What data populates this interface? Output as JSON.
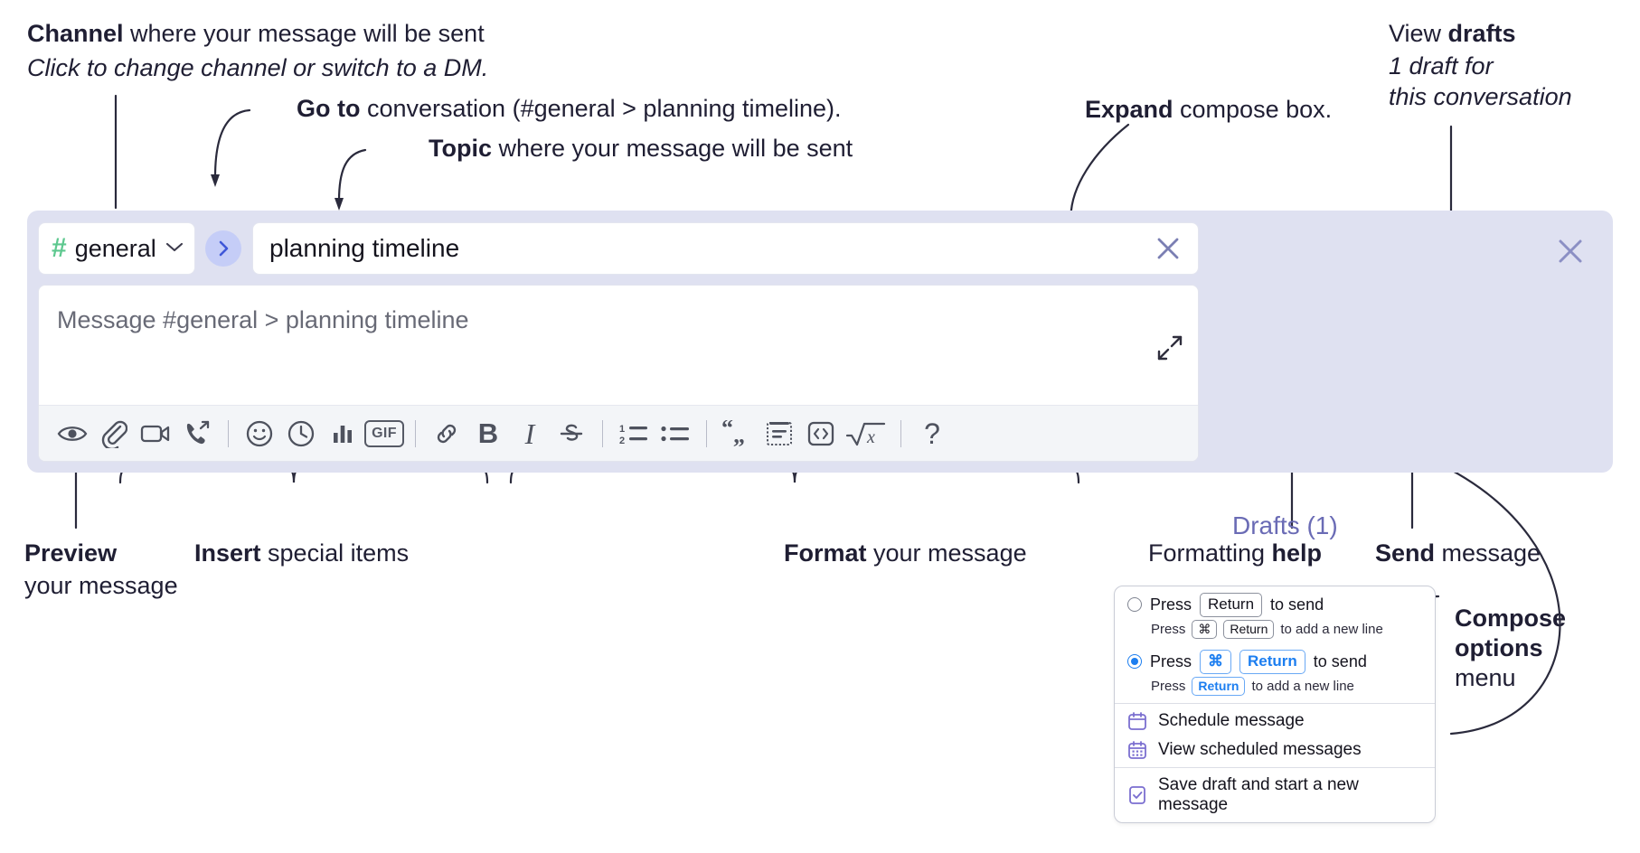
{
  "annotations": {
    "channel": {
      "bold": "Channel",
      "rest": " where your message will be sent",
      "sub": "Click to change channel or switch to a DM."
    },
    "goto": {
      "bold": "Go to",
      "rest": " conversation (#general > planning timeline)."
    },
    "topic": {
      "bold": "Topic",
      "rest": " where your message will be sent"
    },
    "expand": {
      "pre": "Expand",
      "rest": " compose box."
    },
    "drafts": {
      "pre": "View ",
      "bold": "drafts",
      "line2": "1 draft for",
      "line3": "this conversation"
    },
    "preview": {
      "bold": "Preview",
      "line2": "your message"
    },
    "insert": {
      "bold": "Insert",
      "rest": " special items"
    },
    "format": {
      "bold": "Format",
      "rest": " your message"
    },
    "help": {
      "pre": "Formatting ",
      "bold": "help"
    },
    "send": {
      "bold": "Send",
      "rest": " message"
    },
    "compose_options": {
      "line1": "Compose",
      "line2": "options",
      "line3": "menu"
    }
  },
  "compose": {
    "channel_name": "general",
    "hash_symbol": "#",
    "topic_value": "planning timeline",
    "message_placeholder": "Message #general > planning timeline",
    "drafts_label": "Drafts (1)",
    "send_icon": "send-paper-plane-icon",
    "toolbar": [
      {
        "name": "preview-button",
        "icon": "eye-icon",
        "kind": "icon"
      },
      {
        "name": "attach-file-button",
        "icon": "paperclip-icon",
        "kind": "icon"
      },
      {
        "name": "video-clip-button",
        "icon": "video-camera-icon",
        "kind": "icon"
      },
      {
        "name": "audio-clip-button",
        "icon": "phone-forward-icon",
        "kind": "icon"
      },
      {
        "name": "divider-1",
        "icon": "divider",
        "kind": "sep"
      },
      {
        "name": "emoji-button",
        "icon": "smiley-face-icon",
        "kind": "icon"
      },
      {
        "name": "reminder-button",
        "icon": "clock-icon",
        "kind": "icon"
      },
      {
        "name": "poll-button",
        "icon": "bar-chart-icon",
        "kind": "icon"
      },
      {
        "name": "gif-button",
        "icon": "gif-icon",
        "kind": "gif",
        "label": "GIF"
      },
      {
        "name": "divider-2",
        "icon": "divider",
        "kind": "sep"
      },
      {
        "name": "link-button",
        "icon": "link-chain-icon",
        "kind": "icon"
      },
      {
        "name": "bold-button",
        "icon": "bold-icon",
        "kind": "text",
        "label": "B"
      },
      {
        "name": "italic-button",
        "icon": "italic-icon",
        "kind": "text",
        "label": "I"
      },
      {
        "name": "strikethrough-button",
        "icon": "strikethrough-icon",
        "kind": "icon"
      },
      {
        "name": "divider-3",
        "icon": "divider",
        "kind": "sep"
      },
      {
        "name": "ordered-list-button",
        "icon": "ordered-list-icon",
        "kind": "icon"
      },
      {
        "name": "bulleted-list-button",
        "icon": "bulleted-list-icon",
        "kind": "icon"
      },
      {
        "name": "divider-4",
        "icon": "divider",
        "kind": "sep"
      },
      {
        "name": "blockquote-button",
        "icon": "quote-marks-icon",
        "kind": "icon"
      },
      {
        "name": "code-block-button",
        "icon": "code-block-icon",
        "kind": "icon"
      },
      {
        "name": "inline-code-button",
        "icon": "angle-brackets-icon",
        "kind": "icon"
      },
      {
        "name": "math-button",
        "icon": "square-root-x-icon",
        "kind": "icon"
      },
      {
        "name": "divider-5",
        "icon": "divider",
        "kind": "sep"
      },
      {
        "name": "formatting-help-button",
        "icon": "question-mark-icon",
        "kind": "text",
        "label": "?"
      }
    ]
  },
  "options_menu": {
    "option1": {
      "pre": "Press",
      "key": "Return",
      "post": "to send",
      "sub_pre": "Press",
      "sub_key1": "⌘",
      "sub_key2": "Return",
      "sub_post": "to add a new line",
      "selected": false
    },
    "option2": {
      "pre": "Press",
      "key1": "⌘",
      "key2": "Return",
      "post": "to send",
      "sub_pre": "Press",
      "sub_key": "Return",
      "sub_post": "to add a new line",
      "selected": true
    },
    "items": [
      {
        "label": "Schedule message",
        "icon": "calendar-icon"
      },
      {
        "label": "View scheduled messages",
        "icon": "calendar-grid-icon"
      },
      {
        "label": "Save draft and start a new message",
        "icon": "document-check-icon"
      }
    ]
  },
  "colors": {
    "panel_bg": "#dfe1f1",
    "accent_send": "#5b5bf0",
    "hash_green": "#5ec88f",
    "drafts_purple": "#6a6bb5",
    "goto_circle": "#c5cdf7",
    "radio_blue": "#1c7ef0"
  }
}
